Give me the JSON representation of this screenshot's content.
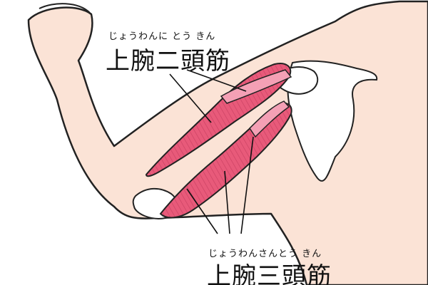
{
  "labels": {
    "biceps": {
      "reading": "じょうわんに とう きん",
      "name": "上腕二頭筋"
    },
    "triceps": {
      "reading": "じょうわんさんとう きん",
      "name": "上腕三頭筋"
    }
  },
  "colors": {
    "skin": "#fbe3d6",
    "muscle": "#e85a7a",
    "muscle_light": "#f4a0b5",
    "bone": "#ffffff",
    "outline": "#222222"
  }
}
